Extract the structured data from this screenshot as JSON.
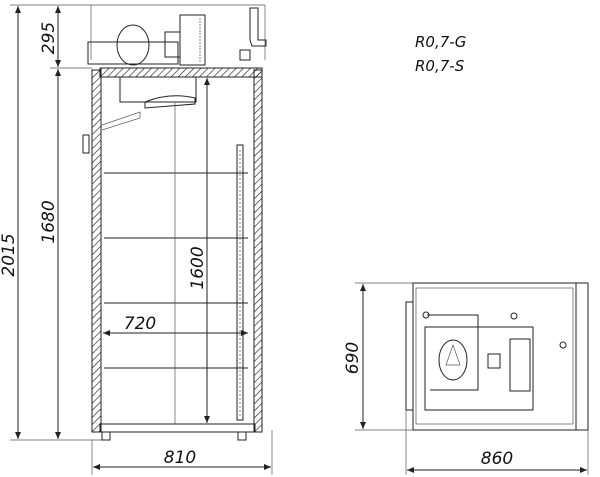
{
  "models": [
    "R0,7-G",
    "R0,7-S"
  ],
  "front_view": {
    "dimensions": {
      "total_height": "2015",
      "unit_height": "295",
      "body_height": "1680",
      "interior_height": "1600",
      "interior_width": "720",
      "outer_width": "810"
    }
  },
  "top_view": {
    "dimensions": {
      "depth": "690",
      "width": "860"
    }
  }
}
